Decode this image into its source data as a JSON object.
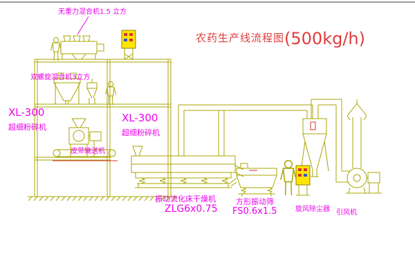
{
  "title": {
    "prefix": "农药生产线流程图",
    "capacity": "(500kg/h)"
  },
  "labels": {
    "gravity_mixer": "无重力混合机1.5 立方",
    "screw_mixer": "双螺旋混合机3立方",
    "mill_left_model": "XL-300",
    "mill_left_name": "超细粉碎机",
    "mill_center_model": "XL-300",
    "mill_center_name": "超细粉碎机",
    "belt_conveyor": "皮带输送机",
    "dryer_name": "振动流化床干燥机",
    "dryer_model": "ZLG6x0.75",
    "sieve_name": "方形振动筛",
    "sieve_model": "FS0.6x1.5",
    "cyclone": "旋风除尘器",
    "fan": "引风机"
  },
  "colors": {
    "cad_line": "#a8a400",
    "label_magenta": "#ee00ee",
    "title_red": "#e03c3c",
    "cabinet_yellow": "#ffe400",
    "detail_red": "#d83030",
    "detail_blue": "#3858c8",
    "background": "#ffffff"
  }
}
